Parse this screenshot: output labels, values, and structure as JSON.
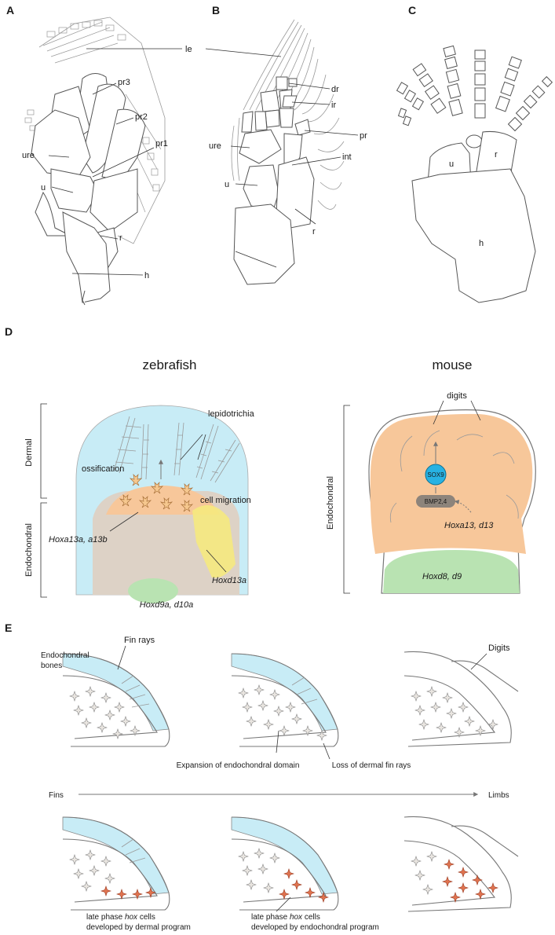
{
  "panels": {
    "A": {
      "letter": "A",
      "labels": {
        "le": "le",
        "pr3": "pr3",
        "pr2": "pr2",
        "pr1": "pr1",
        "ure": "ure",
        "u": "u",
        "r": "r",
        "h": "h"
      }
    },
    "B": {
      "letter": "B",
      "labels": {
        "dr": "dr",
        "ir": "ir",
        "pr": "pr",
        "int": "int",
        "ure": "ure",
        "u": "u",
        "r": "r"
      }
    },
    "C": {
      "letter": "C",
      "labels": {
        "u": "u",
        "r": "r",
        "h": "h"
      }
    },
    "D": {
      "letter": "D",
      "zebrafish": {
        "title": "zebrafish",
        "bracket_dermal": "Dermal",
        "bracket_endochondral": "Endochondral",
        "lepidotrichia": "lepidotrichia",
        "ossification": "ossification",
        "cell_migration": "cell migration",
        "hoxa13a": "Hoxa13a, a13b",
        "hoxd13a": "Hoxd13a",
        "hoxd9a": "Hoxd9a, d10a"
      },
      "mouse": {
        "title": "mouse",
        "bracket_endochondral": "Endochondral",
        "digits": "digits",
        "sox9": "SOX9",
        "bmp": "BMP2,4",
        "hoxa13": "Hoxa13, d13",
        "hoxd8": "Hoxd8, d9"
      },
      "colors": {
        "dermal_blue": "#c8ecf6",
        "endochondral_orange": "#f7c79a",
        "ossification_orange": "#e8a25a",
        "hoxd13_yellow": "#f5e97e",
        "proximal_taupe": "#ddd2c6",
        "hoxd_green": "#b9e3b2",
        "sox9_blue": "#27b2e3",
        "bmp_grey": "#8d847b"
      }
    },
    "E": {
      "letter": "E",
      "fin_rays": "Fin rays",
      "endochondral_bones": "Endochondral\nbones",
      "digits": "Digits",
      "expansion": "Expansion of endochondral domain",
      "loss": "Loss of dermal fin rays",
      "fins": "Fins",
      "limbs": "Limbs",
      "late_dermal": "late phase hox cells\ndeveloped by dermal program",
      "late_endo": "late phase hox cells\ndeveloped by endochondral program",
      "colors": {
        "fin_blue": "#c8ecf6",
        "hox_cell": "#e0734f"
      }
    }
  }
}
